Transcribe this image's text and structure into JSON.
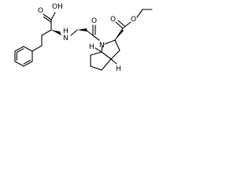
{
  "structure": {
    "atoms": {
      "carboxyl_oxygen": "O",
      "hydroxyl_group": "OH",
      "amine_nh": "H",
      "amine_n": "N",
      "amide_oxygen": "O",
      "ring_nitrogen": "N",
      "ester_oxygen_carbonyl": "O",
      "ester_oxygen_ether": "O",
      "bridgehead_h_top": "H",
      "bridgehead_h_bottom": "H"
    }
  }
}
